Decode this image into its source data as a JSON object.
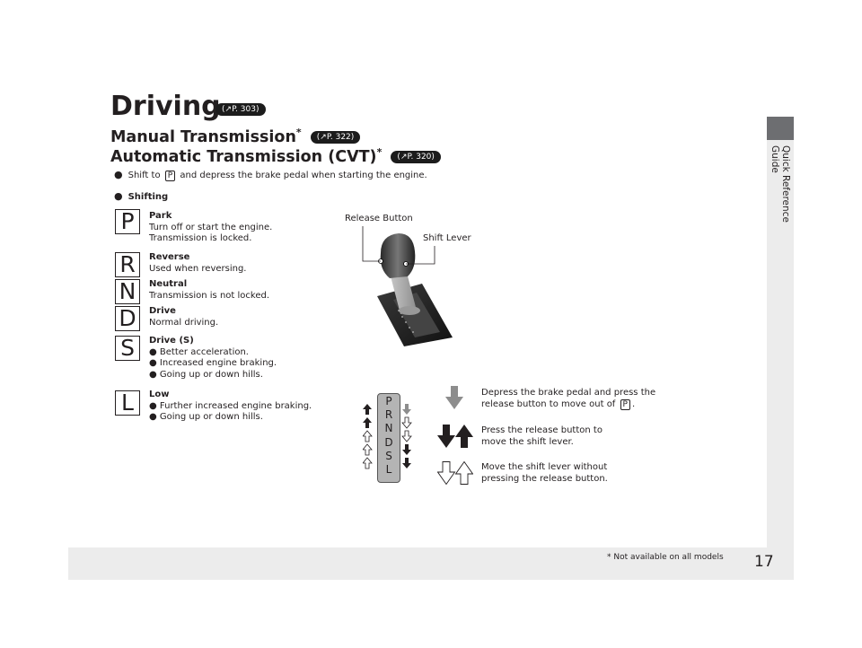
{
  "sidebar": {
    "label": "Quick Reference Guide"
  },
  "footer": {
    "page_number": "17",
    "footnote": "* Not available on all models"
  },
  "title": {
    "text": "Driving",
    "ref": "P. 303"
  },
  "headings": [
    {
      "text": "Manual Transmission",
      "star": "*",
      "ref": "P. 322"
    },
    {
      "text": "Automatic Transmission (CVT)",
      "star": "*",
      "ref": "P. 320"
    }
  ],
  "bullets": {
    "start": {
      "pre": "Shift to",
      "key": "P",
      "post": "and depress the brake pedal when starting the engine."
    },
    "shifting": "Shifting"
  },
  "gears": [
    {
      "letter": "P",
      "name": "Park",
      "lines": [
        "Turn off or start the engine.",
        "Transmission is locked."
      ]
    },
    {
      "letter": "R",
      "name": "Reverse",
      "lines": [
        "Used when reversing."
      ]
    },
    {
      "letter": "N",
      "name": "Neutral",
      "lines": [
        "Transmission is not locked."
      ]
    },
    {
      "letter": "D",
      "name": "Drive",
      "lines": [
        "Normal driving."
      ]
    },
    {
      "letter": "S",
      "name": "Drive (S)",
      "lines": [
        "● Better acceleration.",
        "● Increased engine braking.",
        "● Going up or down hills."
      ]
    },
    {
      "letter": "L",
      "name": "Low",
      "lines": [
        "● Further increased engine braking.",
        "● Going up or down hills."
      ]
    }
  ],
  "lever": {
    "release_label": "Release Button",
    "shift_label": "Shift Lever"
  },
  "gate_letters": [
    "P",
    "R",
    "N",
    "D",
    "S",
    "L"
  ],
  "legend": [
    {
      "line1": "Depress the brake pedal and press the",
      "line2_pre": "release button to move out of",
      "line2_key": "P",
      "line2_post": "."
    },
    {
      "line1": "Press the release button to",
      "line2": "move the shift lever."
    },
    {
      "line1": "Move the shift lever without",
      "line2": "pressing the release button."
    }
  ],
  "colors": {
    "sidebar_tab": "#6d6e71",
    "sidebar_bg": "#ececec",
    "ref_badge": "#1c1c1c",
    "gate": "#b4b4b4"
  }
}
